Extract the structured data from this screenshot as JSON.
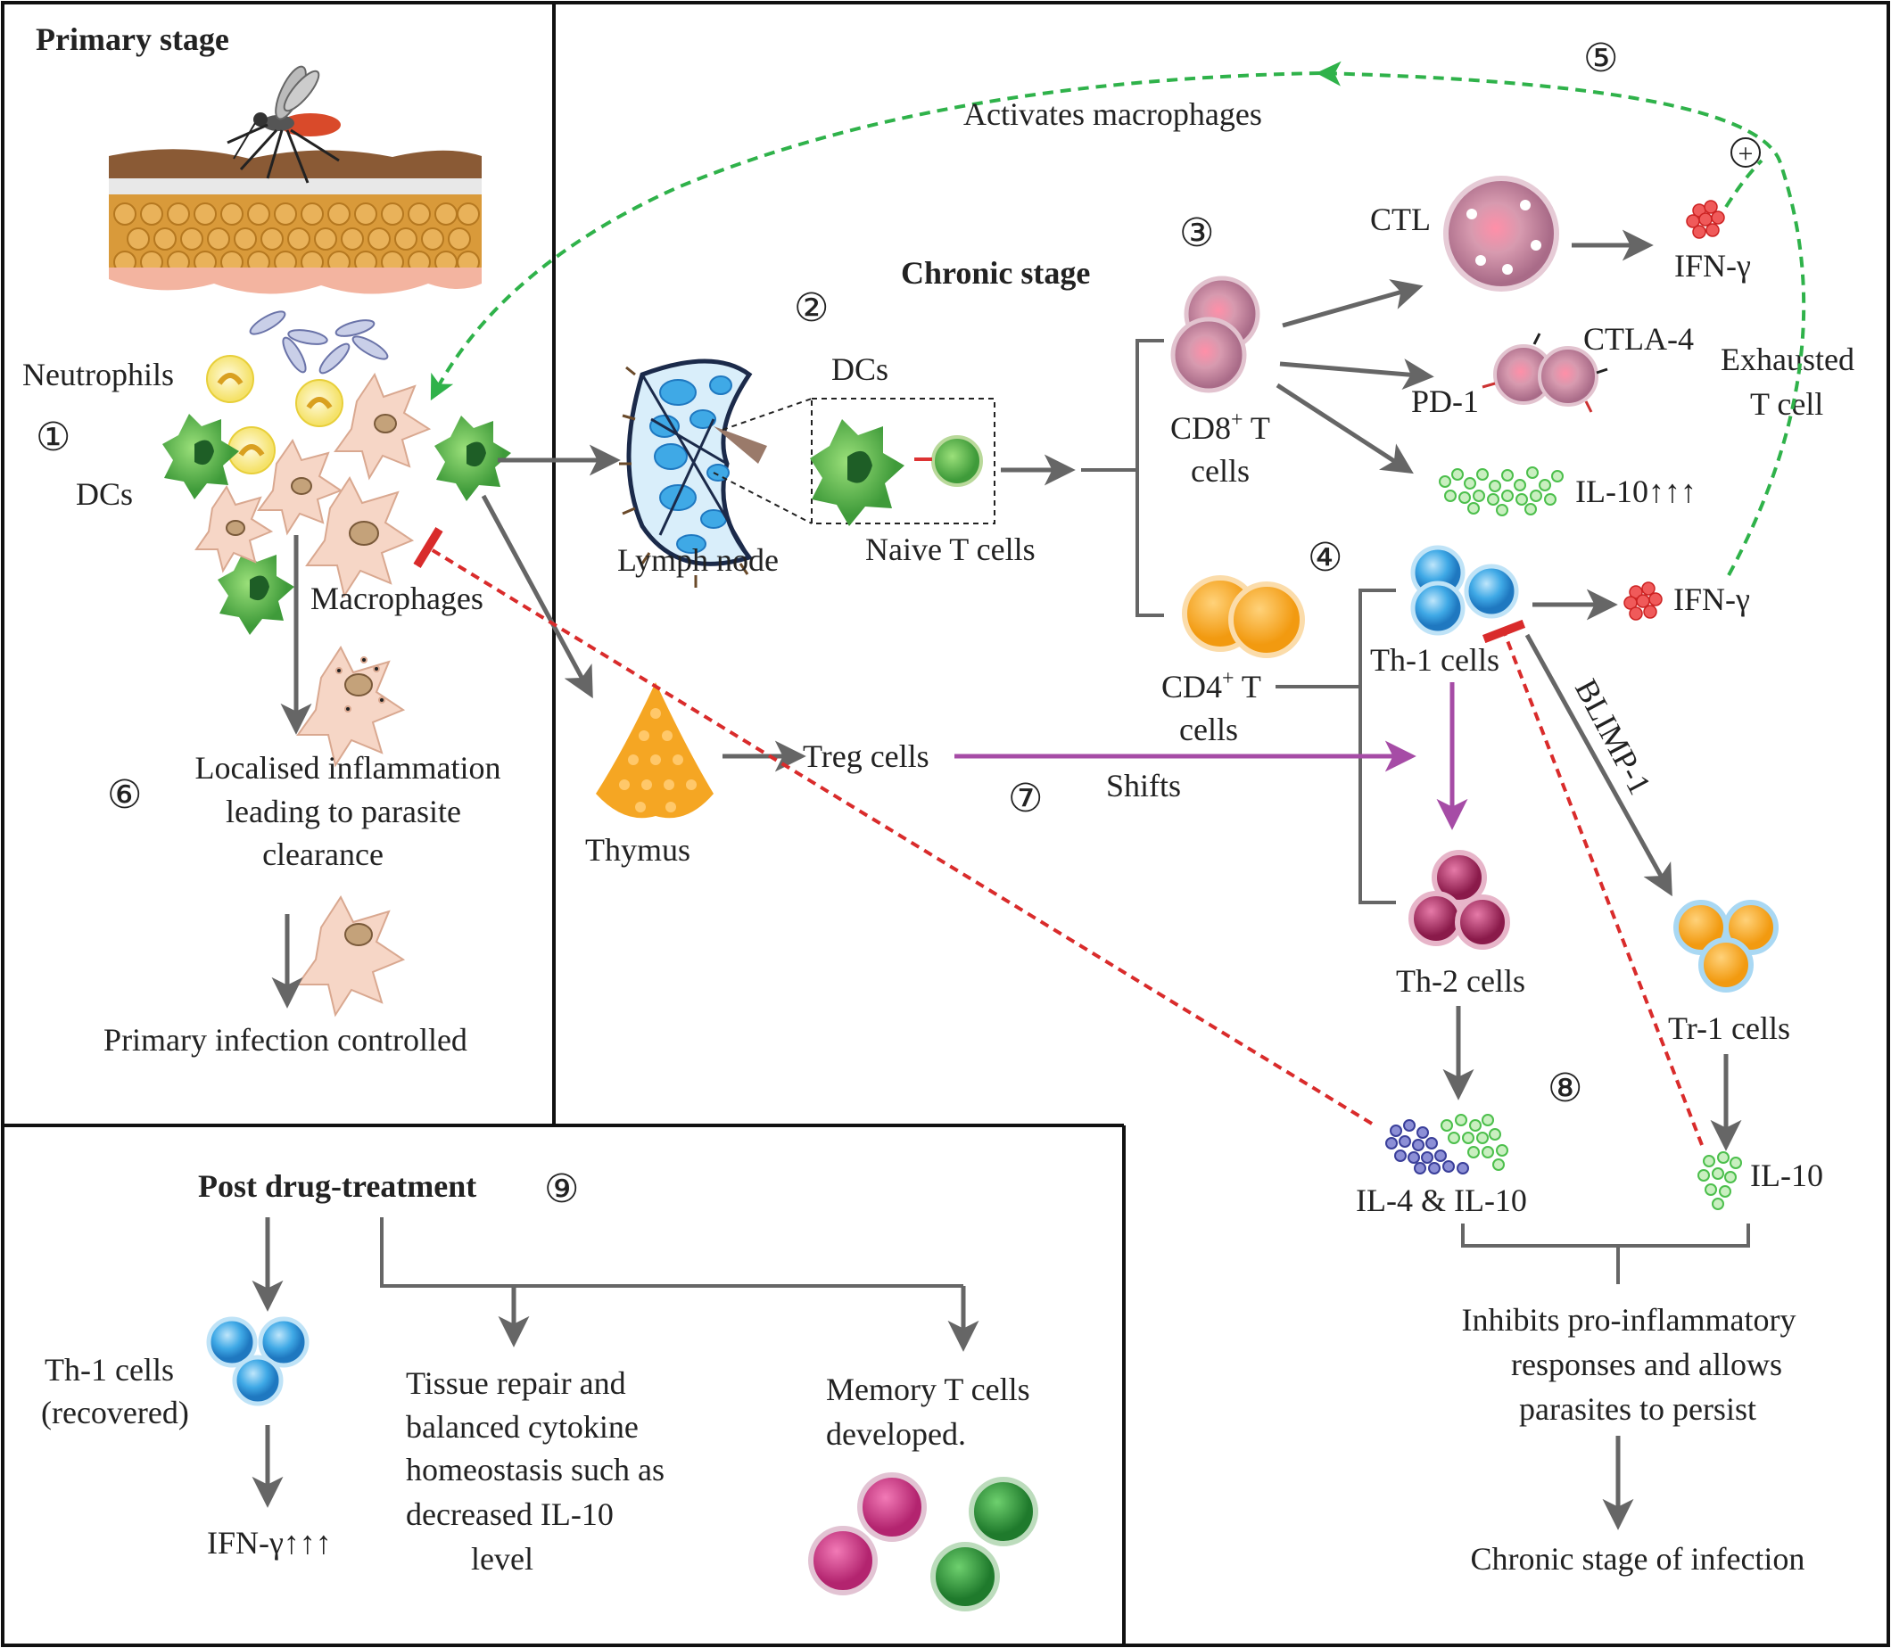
{
  "sections": {
    "primary": "Primary stage",
    "chronic": "Chronic stage",
    "post": "Post drug-treatment"
  },
  "step_numbers": [
    "①",
    "②",
    "③",
    "④",
    "⑤",
    "⑥",
    "⑦",
    "⑧",
    "⑨"
  ],
  "primary": {
    "neutrophils": "Neutrophils",
    "dcs": "DCs",
    "macrophages": "Macrophages",
    "inflammation_lines": [
      "Localised inflammation",
      "leading to parasite",
      "clearance"
    ],
    "controlled": "Primary infection controlled"
  },
  "chronic": {
    "activates": "Activates macrophages",
    "plus": "+",
    "lymph_node": "Lymph node",
    "dcs": "DCs",
    "naive": "Naive T cells",
    "thymus": "Thymus",
    "treg": "Treg cells",
    "shifts": "Shifts",
    "cd8_line1": "CD8",
    "cd8_sup": "+",
    "cd8_t": " T",
    "cd8_line2": "cells",
    "cd4_line1": "CD4",
    "cd4_sup": "+",
    "cd4_t": " T",
    "cd4_line2": "cells",
    "ctl": "CTL",
    "ifn_ctl": "IFN-γ",
    "ctla4": "CTLA-4",
    "pd1": "PD-1",
    "exhausted_lines": [
      "Exhausted",
      "T cell"
    ],
    "il10_up": "IL-10↑↑↑",
    "th1": "Th-1 cells",
    "ifn_th1": "IFN-γ",
    "blimp": "BLIMP-1",
    "th2": "Th-2 cells",
    "tr1": "Tr-1 cells",
    "il4_il10": "IL-4 & IL-10",
    "il10": "IL-10",
    "inhibits_lines": [
      "Inhibits pro-inflammatory",
      "responses and allows",
      "parasites to persist"
    ],
    "chronic_infection": "Chronic stage of infection"
  },
  "post": {
    "th1_lines": [
      "Th-1 cells",
      "(recovered)"
    ],
    "ifn_up": "IFN-γ↑↑↑",
    "tissue_lines": [
      "Tissue repair and",
      "balanced cytokine",
      "homeostasis such as",
      "decreased IL-10",
      "level"
    ],
    "memory_lines": [
      "Memory T cells",
      "developed."
    ]
  },
  "colors": {
    "arrow_gray": "#666666",
    "green_dashed": "#2fb24a",
    "red_dashed": "#d92b2b",
    "purple": "#a64ca6",
    "dc_green": "#4caf50",
    "macrophage": "#f6d6c6",
    "t_cell_blue": "#3fa9e6",
    "cd4_orange": "#f7a21e",
    "th2_magenta": "#a8265e",
    "ctl_pink": "#c98aa6",
    "memory_green": "#2e8b3a"
  }
}
